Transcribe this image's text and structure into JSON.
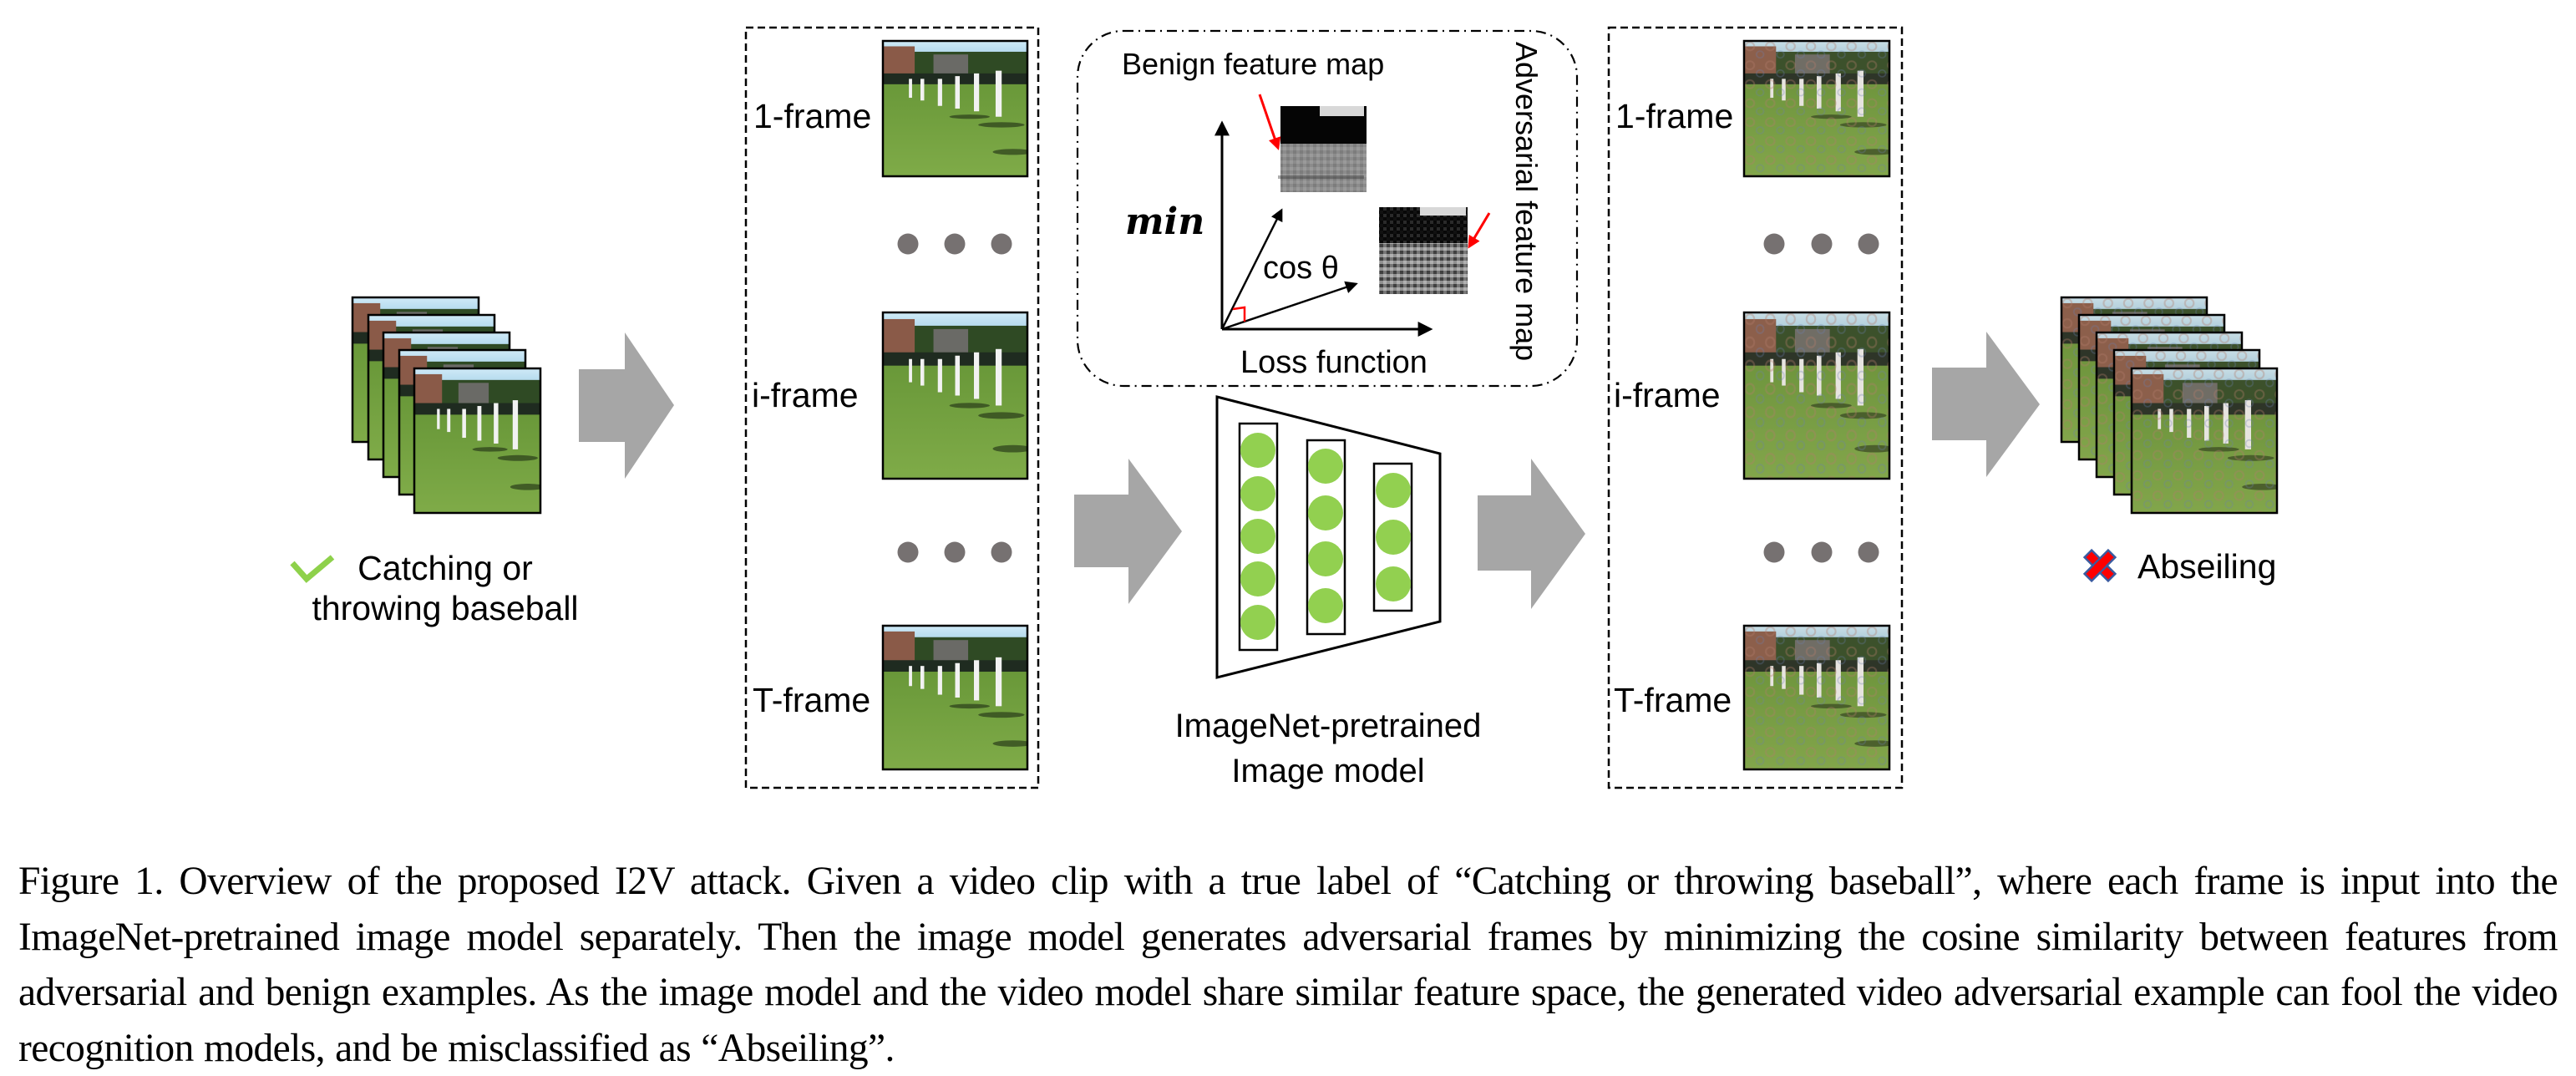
{
  "figure": {
    "input_video": {
      "frame_count_shown": 5,
      "label": [
        "Catching or",
        "throwing baseball"
      ],
      "status_icon": "check-icon",
      "status_color": "#8ed14b"
    },
    "benign_frames": {
      "labels": [
        "1-frame",
        "i-frame",
        "T-frame"
      ],
      "ellipsis_icon": "ellipsis-dots-icon"
    },
    "loss_panel": {
      "benign_label": "Benign feature map",
      "adversarial_label": "Adversarial feature map",
      "objective": "min",
      "angle_label": "cos θ",
      "axis_label": "Loss function",
      "arrow_color": "#ff0000",
      "right_angle_color": "#ff0000"
    },
    "model": {
      "label": [
        "ImageNet-pretrained",
        "Image model"
      ],
      "layers": [
        5,
        4,
        3
      ],
      "neuron_color": "#92d050"
    },
    "adversarial_frames": {
      "labels": [
        "1-frame",
        "i-frame",
        "T-frame"
      ],
      "ellipsis_icon": "ellipsis-dots-icon"
    },
    "output_video": {
      "frame_count_shown": 5,
      "label": "Abseiling",
      "status_icon": "cross-icon",
      "status_color": "#ff0000",
      "status_outline": "#3a5ba0"
    },
    "colors": {
      "flow_arrow": "#a6a6a6",
      "dots": "#767171",
      "grass": "#6d9a3c",
      "sky": "#bfe3f2"
    }
  },
  "caption": "Figure 1. Overview of the proposed I2V attack. Given a video clip with a true label of “Catching or throwing baseball”, where each frame is input into the ImageNet-pretrained image model separately.  Then the image model generates adversarial frames by minimizing the cosine similarity between features from adversarial and benign examples.  As the image model and the video model share similar feature space, the generated video adversarial example can fool the video recognition models, and be misclassified as “Abseiling”."
}
